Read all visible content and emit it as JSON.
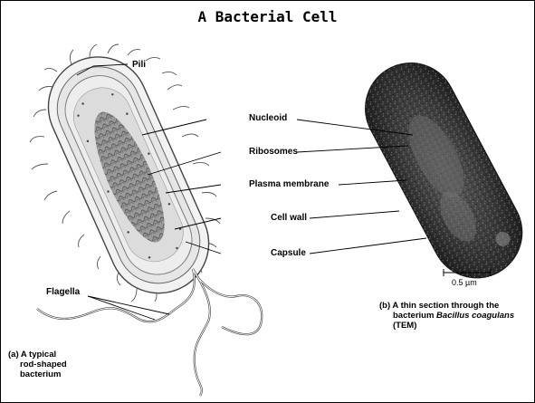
{
  "title": "A Bacterial Cell",
  "labels": {
    "pili": "Pili",
    "nucleoid": "Nucleoid",
    "ribosomes": "Ribosomes",
    "plasma_membrane": "Plasma membrane",
    "cell_wall": "Cell wall",
    "capsule": "Capsule",
    "flagella": "Flagella"
  },
  "scale_bar": "0.5 µm",
  "caption_a": {
    "line1": "(a) A typical",
    "line2": "rod-shaped",
    "line3": "bacterium"
  },
  "caption_b": {
    "line1": "(b) A thin section through the",
    "line2_prefix": "bacterium ",
    "line2_species": "Bacillus coagulans",
    "line3": "(TEM)"
  },
  "colors": {
    "text": "#000000",
    "background": "#ffffff",
    "tem_dark": "#2a2a2a"
  }
}
